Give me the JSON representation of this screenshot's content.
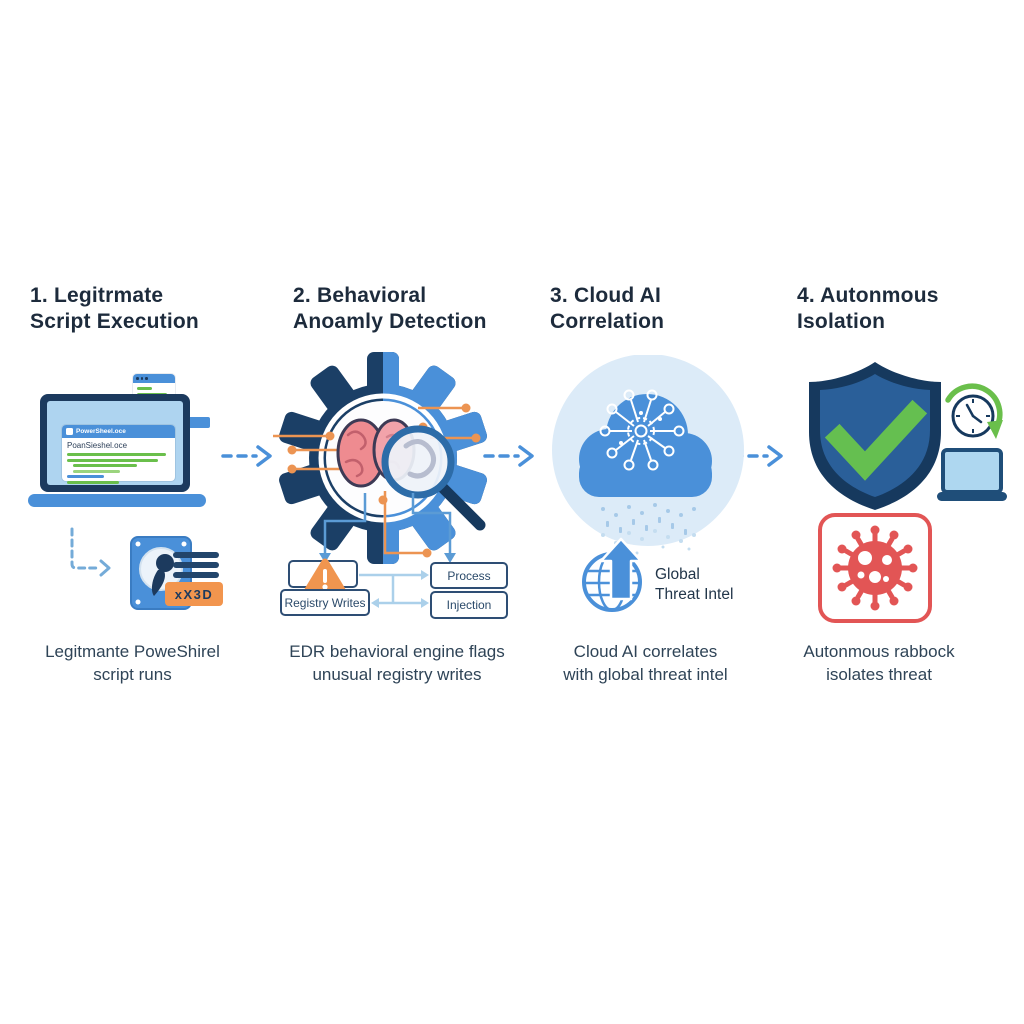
{
  "colors": {
    "background": "#ffffff",
    "title_text": "#1d2b3c",
    "caption_text": "#2f4457",
    "primary_blue": "#4a90d9",
    "dark_navy": "#16395e",
    "light_blue_fill": "#dcebf8",
    "orange_accent": "#ec9452",
    "green_accent": "#6abf4b",
    "red_accent": "#e25555"
  },
  "flow_arrows": {
    "count": 3,
    "style": "dashed",
    "color": "#4a90d9"
  },
  "steps": [
    {
      "title_line1": "1. Legitrmate",
      "title_line2": "Script Execution",
      "caption_line1": "Legitmante PoweShirel",
      "caption_line2": "script runs",
      "laptop_window": {
        "titlebar_text": "PowerSheel.oce",
        "body_text": "PoanSieshel.oce"
      },
      "disk_badge_text": "xX3D",
      "icons": [
        "laptop-icon",
        "script-window-icon",
        "powershell-icon",
        "document-card-icon",
        "elbow-arrow-icon",
        "hard-drive-icon",
        "alert-badge"
      ]
    },
    {
      "title_line1": "2. Behavioral",
      "title_line2": "Anoamly Detection",
      "caption_line1": "EDR behavioral engine flags",
      "caption_line2": "unusual registry writes",
      "boxes": {
        "registry": "Registry Writes",
        "process": "Process",
        "injection": "Injection"
      },
      "icons": [
        "gear-icon",
        "brain-icon",
        "magnifier-icon",
        "warning-triangle-icon",
        "signal-dot-lines",
        "flow-boxes"
      ]
    },
    {
      "title_line1": "3. Cloud AI",
      "title_line2": "Correlation",
      "caption_line1": "Cloud AI correlates",
      "caption_line2": "with global threat intel",
      "globe_label_line1": "Global",
      "globe_label_line2": "Threat Intel",
      "icons": [
        "cloud-icon",
        "network-nodes-icon",
        "binary-rain-pattern",
        "globe-up-arrow-icon"
      ]
    },
    {
      "title_line1": "4. Autonmous",
      "title_line2": "Isolation",
      "caption_line1": "Autonmous rabbock",
      "caption_line2": "isolates threat",
      "icons": [
        "shield-icon",
        "checkmark-icon",
        "clock-rollback-icon",
        "laptop-icon",
        "quarantine-box-icon",
        "virus-icon"
      ]
    }
  ]
}
